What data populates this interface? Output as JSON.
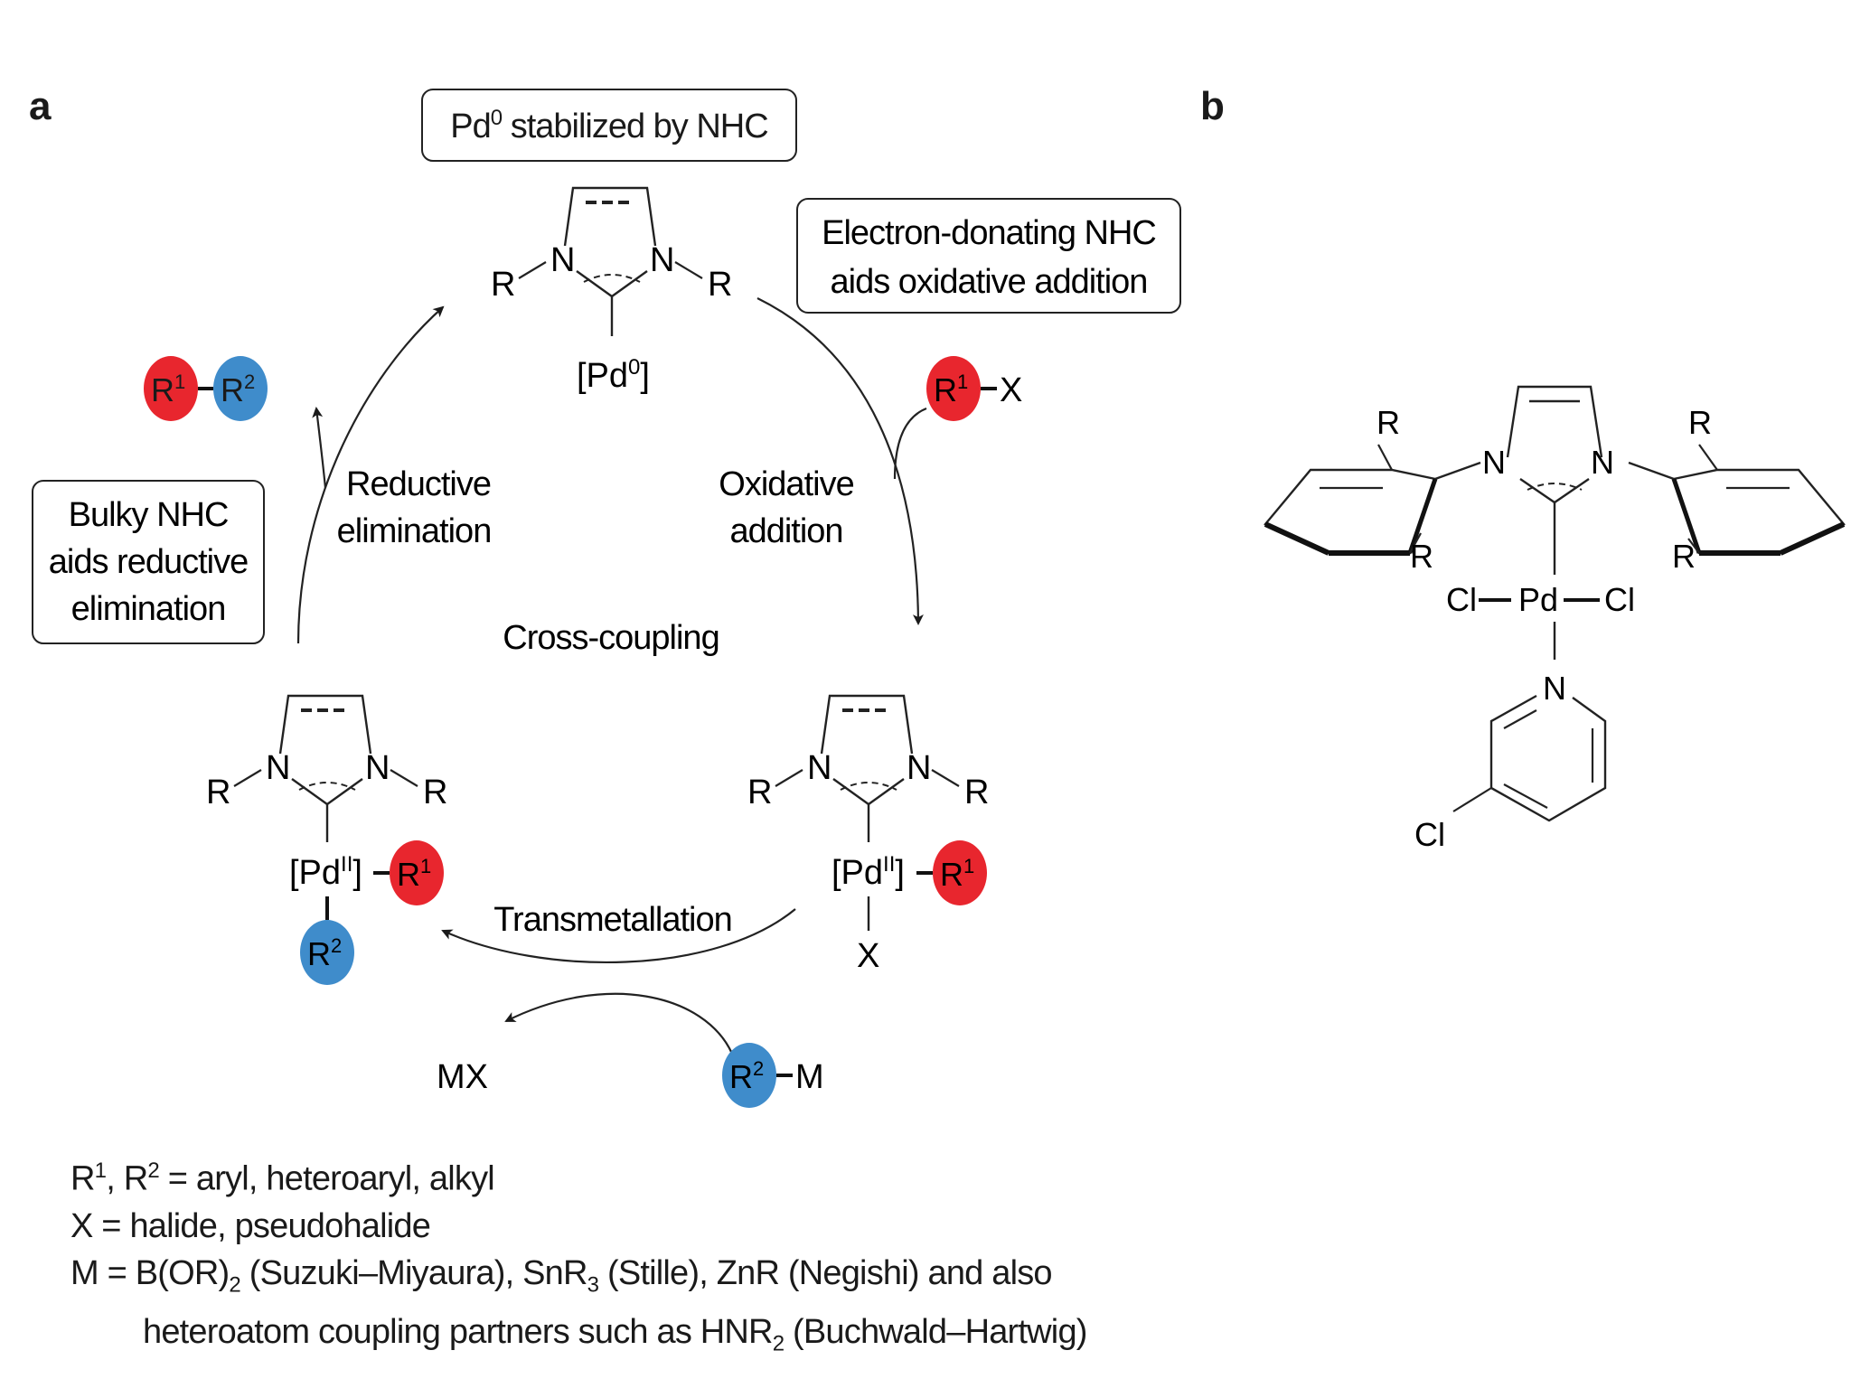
{
  "panels": {
    "a": "a",
    "b": "b"
  },
  "boxes": {
    "pd0_stabilized": {
      "main": "Pd",
      "sup": "0",
      "rest": " stabilized by NHC"
    },
    "electron_donating": [
      "Electron-donating NHC",
      "aids oxidative addition"
    ],
    "bulky": [
      "Bulky NHC",
      "aids reductive",
      "elimination"
    ]
  },
  "steps": {
    "reductive": [
      "Reductive",
      "elimination"
    ],
    "oxidative": [
      "Oxidative",
      "addition"
    ],
    "center": "Cross-coupling",
    "transmetallation": "Transmetallation"
  },
  "atoms": {
    "N": "N",
    "R": "R",
    "X": "X",
    "M": "M",
    "MX": "MX",
    "Cl": "Cl",
    "Pd": "Pd"
  },
  "complexes": {
    "pd0": {
      "main": "[Pd",
      "sup": "0",
      "close": "]"
    },
    "pd2": {
      "main": "[Pd",
      "sup": "II",
      "close": "]"
    }
  },
  "groups": {
    "r1": {
      "main": "R",
      "sup": "1",
      "color": "#e8262e"
    },
    "r2": {
      "main": "R",
      "sup": "2",
      "color": "#3f8ccb"
    }
  },
  "legend": {
    "line1": {
      "a": "R",
      "a_sup": "1",
      "b": ", R",
      "b_sup": "2",
      "rest": " = aryl, heteroaryl, alkyl"
    },
    "line2": "X = halide, pseudohalide",
    "line3": {
      "a": "M = B(OR)",
      "a_sub": "2",
      "b": " (Suzuki–Miyaura), SnR",
      "b_sub": "3",
      "c": " (Stille), ZnR (Negishi) and also"
    },
    "line4": {
      "a": "heteroatom coupling partners such as HNR",
      "a_sub": "2",
      "b": " (Buchwald–Hartwig)"
    }
  }
}
